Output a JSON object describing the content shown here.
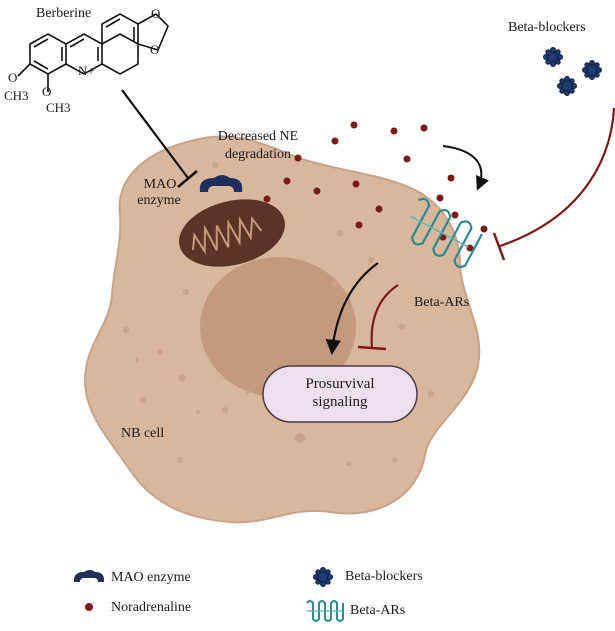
{
  "compound": {
    "name": "Berberine",
    "atoms": {
      "n_plus": "N+",
      "o1": "O",
      "o2": "O",
      "o3": "O",
      "o4": "O",
      "ch3_1": "CH3",
      "ch3_2": "CH3"
    }
  },
  "labels": {
    "beta_blockers": "Beta-blockers",
    "decreased_ne_line1": "Decreased NE",
    "decreased_ne_line2": "degradation",
    "mao_line1": "MAO",
    "mao_line2": "enzyme",
    "beta_ars": "Beta-ARs",
    "prosurvival_line1": "Prosurvival",
    "prosurvival_line2": "signaling",
    "nb_cell": "NB cell"
  },
  "legend": [
    {
      "icon": "mao-enzyme-icon",
      "label": "MAO enzyme"
    },
    {
      "icon": "beta-blocker-icon",
      "label": "Beta-blockers"
    },
    {
      "icon": "noradrenaline-icon",
      "label": "Noradrenaline"
    },
    {
      "icon": "beta-ar-icon",
      "label": "Beta-ARs"
    }
  ],
  "colors": {
    "cell_fill": "#d9b79d",
    "cell_stroke": "#b28f76",
    "nucleus_fill": "#c49a7e",
    "mitochondrion": "#5c3426",
    "mao_enzyme": "#1f2f5c",
    "noradrenaline": "#7a1a1a",
    "beta_blocker": "#1f3b73",
    "beta_ar": "#2e8a8c",
    "inhibition_red": "#7a1a1a",
    "pill_fill": "#ede0ec",
    "pill_stroke": "#4a3b4a"
  }
}
